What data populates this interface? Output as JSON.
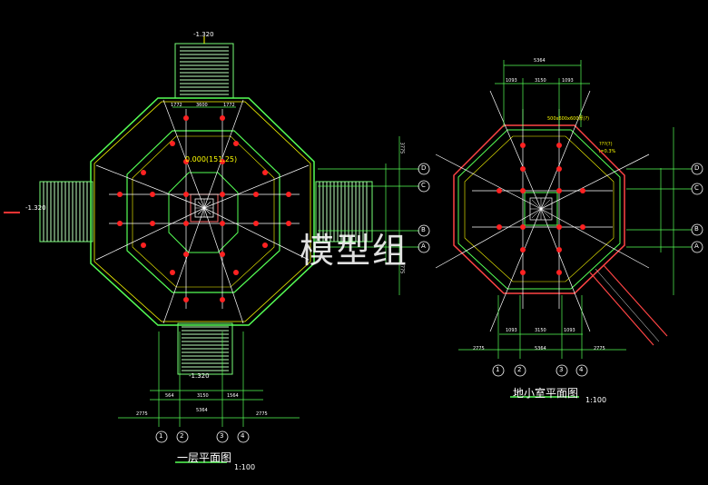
{
  "watermark": "模型组",
  "left_plan": {
    "title": "一层平面图",
    "scale": "1:100",
    "stair_top_level": "-1.320",
    "stair_left_level": "-1.320",
    "stair_bottom_level": "-1.320",
    "center_level": "0.000(151.25)",
    "mark_dim_1": "1772",
    "mark_dim_2": "3600",
    "mark_dim_3": "1772",
    "dim_bottom_1": "564",
    "dim_bottom_2": "3150",
    "dim_bottom_3": "1564",
    "dim_bottom_total_left": "2775",
    "dim_bottom_total_mid": "5364",
    "dim_bottom_total_right": "2775",
    "dim_right_1": "3775",
    "dim_right_2": "3775",
    "axis_cols": [
      "1",
      "2",
      "3",
      "4"
    ],
    "axis_rows": [
      "D",
      "C",
      "B",
      "A"
    ]
  },
  "right_plan": {
    "title": "地小室平面图",
    "scale": "1:100",
    "top_dim_total": "5364",
    "top_dim_1": "1093",
    "top_dim_2": "3150",
    "top_dim_3": "1093",
    "bottom_dim_1": "1093",
    "bottom_dim_2": "3150",
    "bottom_dim_3": "1093",
    "bottom_total_left": "2775",
    "bottom_total_mid": "5364",
    "bottom_total_right": "2775",
    "note_1": "500x600x600厚(?)",
    "note_2": "???(?)",
    "note_3": "i=0.3%",
    "axis_cols": [
      "1",
      "2",
      "3",
      "4"
    ],
    "axis_rows": [
      "D",
      "C",
      "B",
      "A"
    ]
  }
}
